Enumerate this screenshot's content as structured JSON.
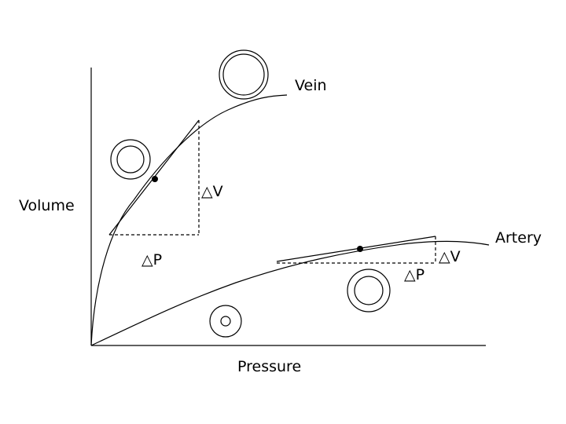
{
  "labels": {
    "x_axis": "Pressure",
    "y_axis": "Volume",
    "vein": "Vein",
    "artery": "Artery",
    "delta_v": "△V",
    "delta_p": "△P"
  },
  "colors": {
    "stroke": "#000000",
    "background": "#ffffff"
  },
  "vessel_icons": [
    "vein-distended-icon",
    "vein-medium-icon",
    "artery-large-icon",
    "artery-small-icon"
  ]
}
